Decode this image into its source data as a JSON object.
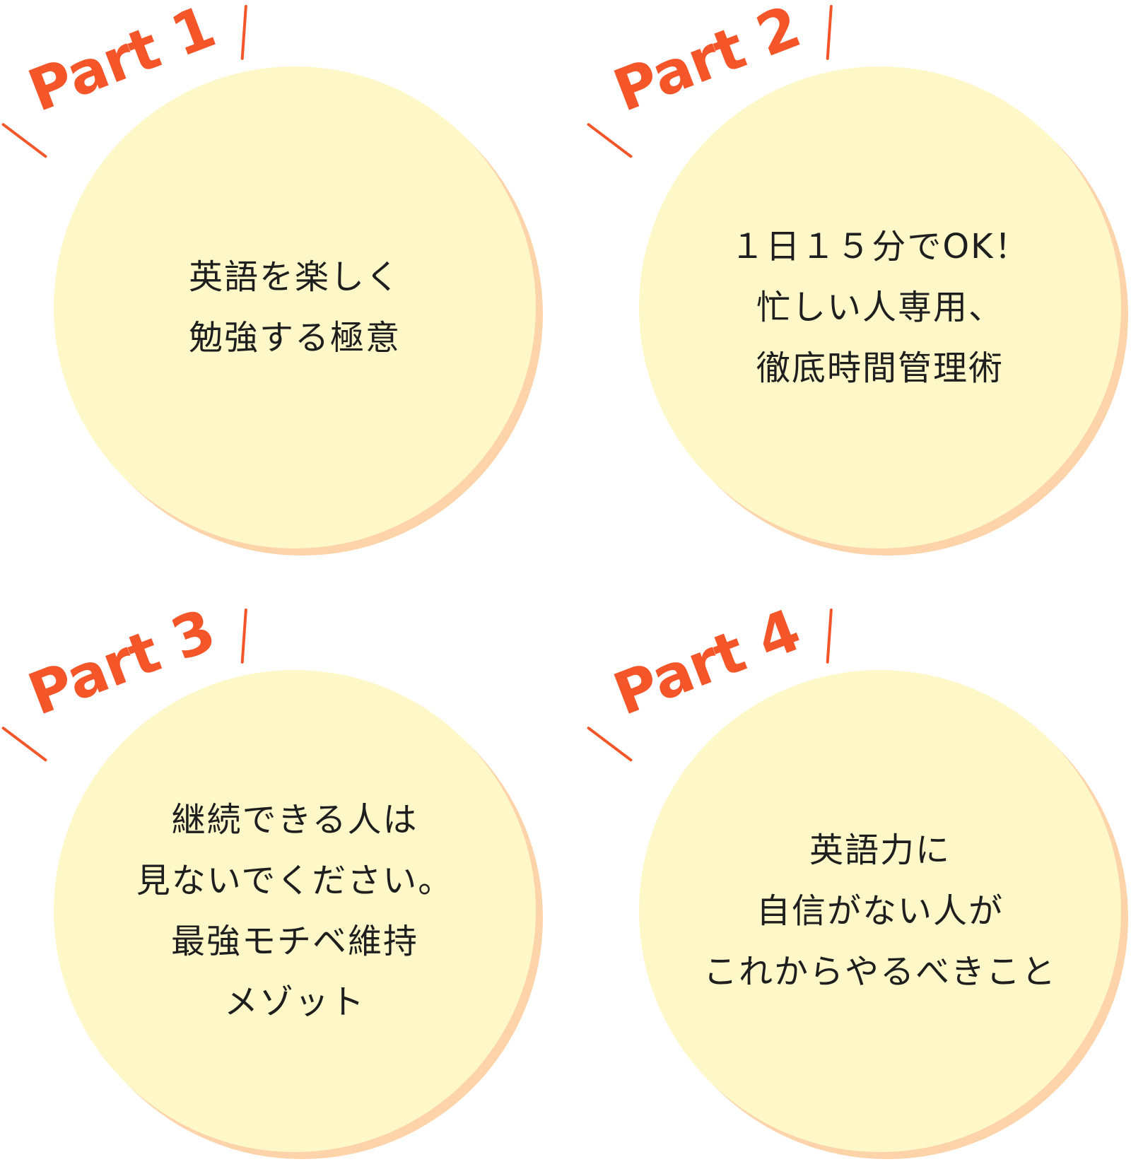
{
  "colors": {
    "accent": "#f4562a",
    "circle": "#fef8c9",
    "shadow": "#fdd3aa",
    "text": "#1e1e1e"
  },
  "parts": [
    {
      "label": "Part 1",
      "text": "英語を楽しく\n勉強する極意"
    },
    {
      "label": "Part 2",
      "text": "１日１５分でOK！\n忙しい人専用、\n徹底時間管理術"
    },
    {
      "label": "Part 3",
      "text": "継続できる人は\n見ないでください。\n最強モチベ維持\nメゾット"
    },
    {
      "label": "Part 4",
      "text": "英語力に\n自信がない人が\nこれからやるべきこと"
    }
  ]
}
